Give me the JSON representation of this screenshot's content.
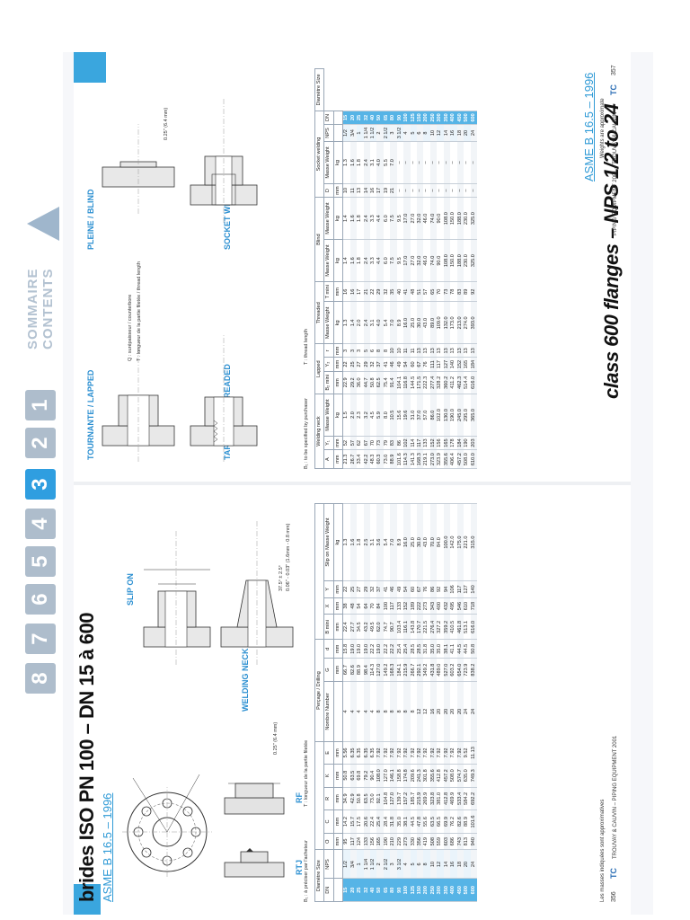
{
  "left_page": {
    "title": "brides ISO PN 100 – DN 15 à 600",
    "standard": "ASME B 16.5 – 1996",
    "slip_on_title": "SLIP ON",
    "welding_neck_title": "WELDING NECK",
    "rtj_label": "RTJ",
    "rf_label": "RF",
    "note_rf": "0.25\" (6.4 mm)",
    "note_b1": "B₁ : à préciser par l'acheteur",
    "note_t": "T : longueur de la partie filetée",
    "note_weld": "0.06\" - 0.03\" (1.6mm - 0.8 mm)",
    "note_angle": "37.5° ± 2.5°",
    "headers": [
      "DN",
      "NPS",
      "O",
      "C",
      "R",
      "K",
      "E",
      "Nombre Number",
      "G",
      "d",
      "B mini",
      "X",
      "Y",
      "Slip on Masse Weight"
    ],
    "header_group": {
      "diametre": "Diamètre Size",
      "percage": "Perçage / Drilling"
    },
    "units": [
      "",
      "",
      "mm",
      "mm",
      "mm",
      "mm",
      "mm",
      "",
      "mm",
      "mm",
      "mm",
      "mm",
      "mm",
      "kg"
    ],
    "rows": [
      [
        "15",
        "1/2",
        "95",
        "14.2",
        "34.9",
        "50.8",
        "5.56",
        "4",
        "66.7",
        "15.8",
        "22.4",
        "38",
        "22",
        "1.3"
      ],
      [
        "20",
        "3/4",
        "117",
        "15.7",
        "42.9",
        "63.5",
        "6.35",
        "4",
        "82.6",
        "19.0",
        "27.7",
        "48",
        "25",
        "1.6"
      ],
      [
        "25",
        "1",
        "124",
        "17.5",
        "50.8",
        "69.8",
        "6.35",
        "4",
        "88.9",
        "19.0",
        "34.5",
        "54",
        "27",
        "1.8"
      ],
      [
        "32",
        "1 1/4",
        "133",
        "20.6",
        "63.5",
        "79.2",
        "6.35",
        "4",
        "98.4",
        "19.0",
        "43.2",
        "64",
        "29",
        "2.5"
      ],
      [
        "40",
        "1 1/2",
        "156",
        "22.4",
        "73.0",
        "90.4",
        "6.35",
        "4",
        "114.3",
        "22.2",
        "49.5",
        "70",
        "32",
        "3.1"
      ],
      [
        "50",
        "2",
        "165",
        "25.4",
        "92.1",
        "108.0",
        "7.92",
        "8",
        "127.0",
        "19.0",
        "62.0",
        "84",
        "37",
        "3.6"
      ],
      [
        "65",
        "2 1/2",
        "190",
        "28.4",
        "104.8",
        "127.0",
        "7.92",
        "8",
        "149.2",
        "22.2",
        "74.7",
        "100",
        "41",
        "5.4"
      ],
      [
        "80",
        "3",
        "210",
        "31.8",
        "127.0",
        "146.1",
        "7.92",
        "8",
        "168.3",
        "22.2",
        "90.7",
        "117",
        "46",
        "7.0"
      ],
      [
        "90",
        "3 1/2",
        "229",
        "35.0",
        "139.7",
        "158.8",
        "7.92",
        "8",
        "184.1",
        "25.4",
        "103.4",
        "133",
        "49",
        "8.9"
      ],
      [
        "100",
        "4",
        "273",
        "38.1",
        "157.2",
        "174.8",
        "7.92",
        "8",
        "215.9",
        "25.4",
        "116.1",
        "152",
        "54",
        "16.0"
      ],
      [
        "125",
        "5",
        "330",
        "44.5",
        "185.7",
        "209.6",
        "7.92",
        "8",
        "266.7",
        "28.5",
        "143.8",
        "189",
        "60",
        "25.0"
      ],
      [
        "150",
        "6",
        "356",
        "47.8",
        "215.9",
        "241.3",
        "7.92",
        "12",
        "292.1",
        "28.5",
        "170.7",
        "222",
        "67",
        "30.0"
      ],
      [
        "200",
        "8",
        "419",
        "55.6",
        "269.9",
        "301.8",
        "7.92",
        "12",
        "349.2",
        "31.8",
        "221.5",
        "273",
        "76",
        "43.0"
      ],
      [
        "250",
        "10",
        "508",
        "63.5",
        "323.8",
        "355.6",
        "7.92",
        "16",
        "431.8",
        "35.0",
        "276.4",
        "343",
        "86",
        "70.0"
      ],
      [
        "300",
        "12",
        "559",
        "66.5",
        "381.0",
        "412.8",
        "7.92",
        "20",
        "489.0",
        "35.0",
        "327.2",
        "400",
        "92",
        "84.0"
      ],
      [
        "350",
        "14",
        "603",
        "69.9",
        "412.8",
        "457.2",
        "7.92",
        "20",
        "527.0",
        "38.1",
        "359.2",
        "432",
        "94",
        "100.0"
      ],
      [
        "400",
        "16",
        "686",
        "76.2",
        "469.9",
        "508.0",
        "7.92",
        "20",
        "603.2",
        "41.1",
        "410.5",
        "495",
        "106",
        "142.0"
      ],
      [
        "450",
        "18",
        "743",
        "82.6",
        "533.4",
        "574.7",
        "7.92",
        "20",
        "654.0",
        "44.5",
        "461.8",
        "546",
        "117",
        "175.0"
      ],
      [
        "500",
        "20",
        "813",
        "88.9",
        "584.2",
        "635.0",
        "9.52",
        "24",
        "723.9",
        "44.5",
        "513.1",
        "610",
        "127",
        "221.0"
      ],
      [
        "600",
        "24",
        "940",
        "101.6",
        "692.2",
        "749.3",
        "11.13",
        "24",
        "838.2",
        "50.8",
        "616.0",
        "718",
        "140",
        "315.0"
      ]
    ],
    "footnote": "Les masses indiquées sont approximatives",
    "footer_text": "TROUVAY & CAUVIN – PIPING EQUIPMENT 2001",
    "page_number": "356"
  },
  "right_page": {
    "title": "class 600 flanges – NPS 1/2 to 24",
    "standard": "ASME B 16.5 – 1996",
    "lapped_title": "TOURNANTE / LAPPED",
    "blind_title": "PLEINE / BLIND",
    "threaded_title": "TARAUDÉE / THREADED",
    "socket_title": "SOCKET WELDING",
    "note_b1": "B₁ : to be specified by purchaser",
    "note_t": "T : thread length",
    "note_q": "Q : surépaisseur / counterbore",
    "note_lap": "T : longueur de la partie filetée / thread length",
    "note_rf": "0.25\" (6.4 mm)",
    "group_labels": [
      "Welding neck",
      "Lapped",
      "Threaded",
      "Blind",
      "Socket welding"
    ],
    "headers": [
      "A",
      "Y₁",
      "Masse Weight",
      "B₂ mini",
      "Y₂",
      "r",
      "Masse Weight",
      "T mini",
      "Masse Weight",
      "Masse Weight",
      "D",
      "Masse Weight",
      "NPS",
      "DN"
    ],
    "units": [
      "mm",
      "mm",
      "kg",
      "mm",
      "mm",
      "mm",
      "kg",
      "mm",
      "kg",
      "kg",
      "mm",
      "kg",
      "",
      ""
    ],
    "size_label": "Diamètre Size",
    "rows": [
      [
        "21.3",
        "52",
        "1.5",
        "22.9",
        "22",
        "3",
        "1.3",
        "16",
        "1.4",
        "1.4",
        "10",
        "1.3",
        "1/2",
        "15"
      ],
      [
        "26.7",
        "57",
        "2.0",
        "29.2",
        "25",
        "3",
        "1.4",
        "16",
        "1.6",
        "1.6",
        "11",
        "1.6",
        "3/4",
        "20"
      ],
      [
        "33.4",
        "62",
        "2.3",
        "36.0",
        "27",
        "3",
        "2.0",
        "17",
        "1.8",
        "1.8",
        "13",
        "1.8",
        "1",
        "25"
      ],
      [
        "42.2",
        "67",
        "3.2",
        "44.7",
        "29",
        "5",
        "2.4",
        "21",
        "2.4",
        "2.4",
        "14",
        "2.4",
        "1 1/4",
        "32"
      ],
      [
        "48.3",
        "70",
        "4.5",
        "50.8",
        "32",
        "6",
        "3.1",
        "22",
        "3.3",
        "3.3",
        "16",
        "3.1",
        "1 1/2",
        "40"
      ],
      [
        "60.3",
        "73",
        "5.9",
        "62.5",
        "37",
        "8",
        "4.0",
        "29",
        "4.4",
        "4.4",
        "17",
        "4.0",
        "2",
        "50"
      ],
      [
        "73.0",
        "79",
        "8.0",
        "75.4",
        "41",
        "8",
        "5.4",
        "32",
        "6.0",
        "6.0",
        "19",
        "5.5",
        "2 1/2",
        "65"
      ],
      [
        "88.9",
        "83",
        "10.5",
        "91.4",
        "46",
        "10",
        "7.0",
        "35",
        "7.5",
        "7.5",
        "21",
        "7.0",
        "3",
        "80"
      ],
      [
        "101.6",
        "86",
        "15.6",
        "104.1",
        "49",
        "10",
        "8.9",
        "40",
        "9.5",
        "9.5",
        "–",
        "–",
        "3 1/2",
        "90"
      ],
      [
        "114.3",
        "102",
        "19.6",
        "116.8",
        "54",
        "11",
        "16.0",
        "41",
        "17.0",
        "17.0",
        "–",
        "–",
        "4",
        "100"
      ],
      [
        "141.3",
        "114",
        "31.0",
        "144.5",
        "60",
        "11",
        "25.0",
        "48",
        "27.0",
        "27.0",
        "–",
        "–",
        "5",
        "125"
      ],
      [
        "168.3",
        "117",
        "37.0",
        "171.5",
        "67",
        "13",
        "30.0",
        "51",
        "32.0",
        "32.0",
        "–",
        "–",
        "6",
        "150"
      ],
      [
        "219.1",
        "133",
        "57.0",
        "222.3",
        "76",
        "13",
        "43.0",
        "57",
        "46.0",
        "46.0",
        "–",
        "–",
        "8",
        "200"
      ],
      [
        "273.0",
        "152",
        "86.0",
        "277.4",
        "111",
        "13",
        "89.0",
        "65",
        "74.0",
        "74.0",
        "–",
        "–",
        "10",
        "250"
      ],
      [
        "323.9",
        "156",
        "102.0",
        "328.2",
        "117",
        "13",
        "109.0",
        "70",
        "90.0",
        "90.0",
        "–",
        "–",
        "12",
        "300"
      ],
      [
        "355.6",
        "165",
        "130.0",
        "360.2",
        "127",
        "13",
        "132.0",
        "73",
        "108.0",
        "108.0",
        "–",
        "–",
        "14",
        "350"
      ],
      [
        "406.4",
        "178",
        "190.0",
        "411.2",
        "140",
        "13",
        "173.0",
        "78",
        "150.0",
        "150.0",
        "–",
        "–",
        "16",
        "400"
      ],
      [
        "457.2",
        "184",
        "245.0",
        "462.3",
        "152",
        "13",
        "213.0",
        "83",
        "188.0",
        "188.0",
        "–",
        "–",
        "18",
        "450"
      ],
      [
        "508.0",
        "190",
        "295.0",
        "514.4",
        "165",
        "13",
        "274.0",
        "89",
        "230.0",
        "230.0",
        "–",
        "–",
        "20",
        "500"
      ],
      [
        "610.0",
        "203",
        "365.0",
        "616.0",
        "184",
        "13",
        "393.0",
        "92",
        "325.0",
        "325.0",
        "–",
        "–",
        "24",
        "600"
      ]
    ],
    "footnote": "Weights are approximate",
    "footer_text": "PIPING EQUIPMENT 2001 – TROUVAY & CAUVIN",
    "page_number": "357"
  },
  "logo_text": "TC",
  "sommaire": {
    "line1": "SOMMAIRE",
    "line2": "CONTENTS"
  },
  "nav_tabs": [
    "1",
    "2",
    "3",
    "4",
    "5",
    "6",
    "7",
    "8"
  ],
  "active_tab": "3",
  "colors": {
    "accent": "#3aa6de",
    "dn_cell": "#56b4e6",
    "nav_inactive": "#aebdcc",
    "nav_active": "#2f9ee0"
  }
}
